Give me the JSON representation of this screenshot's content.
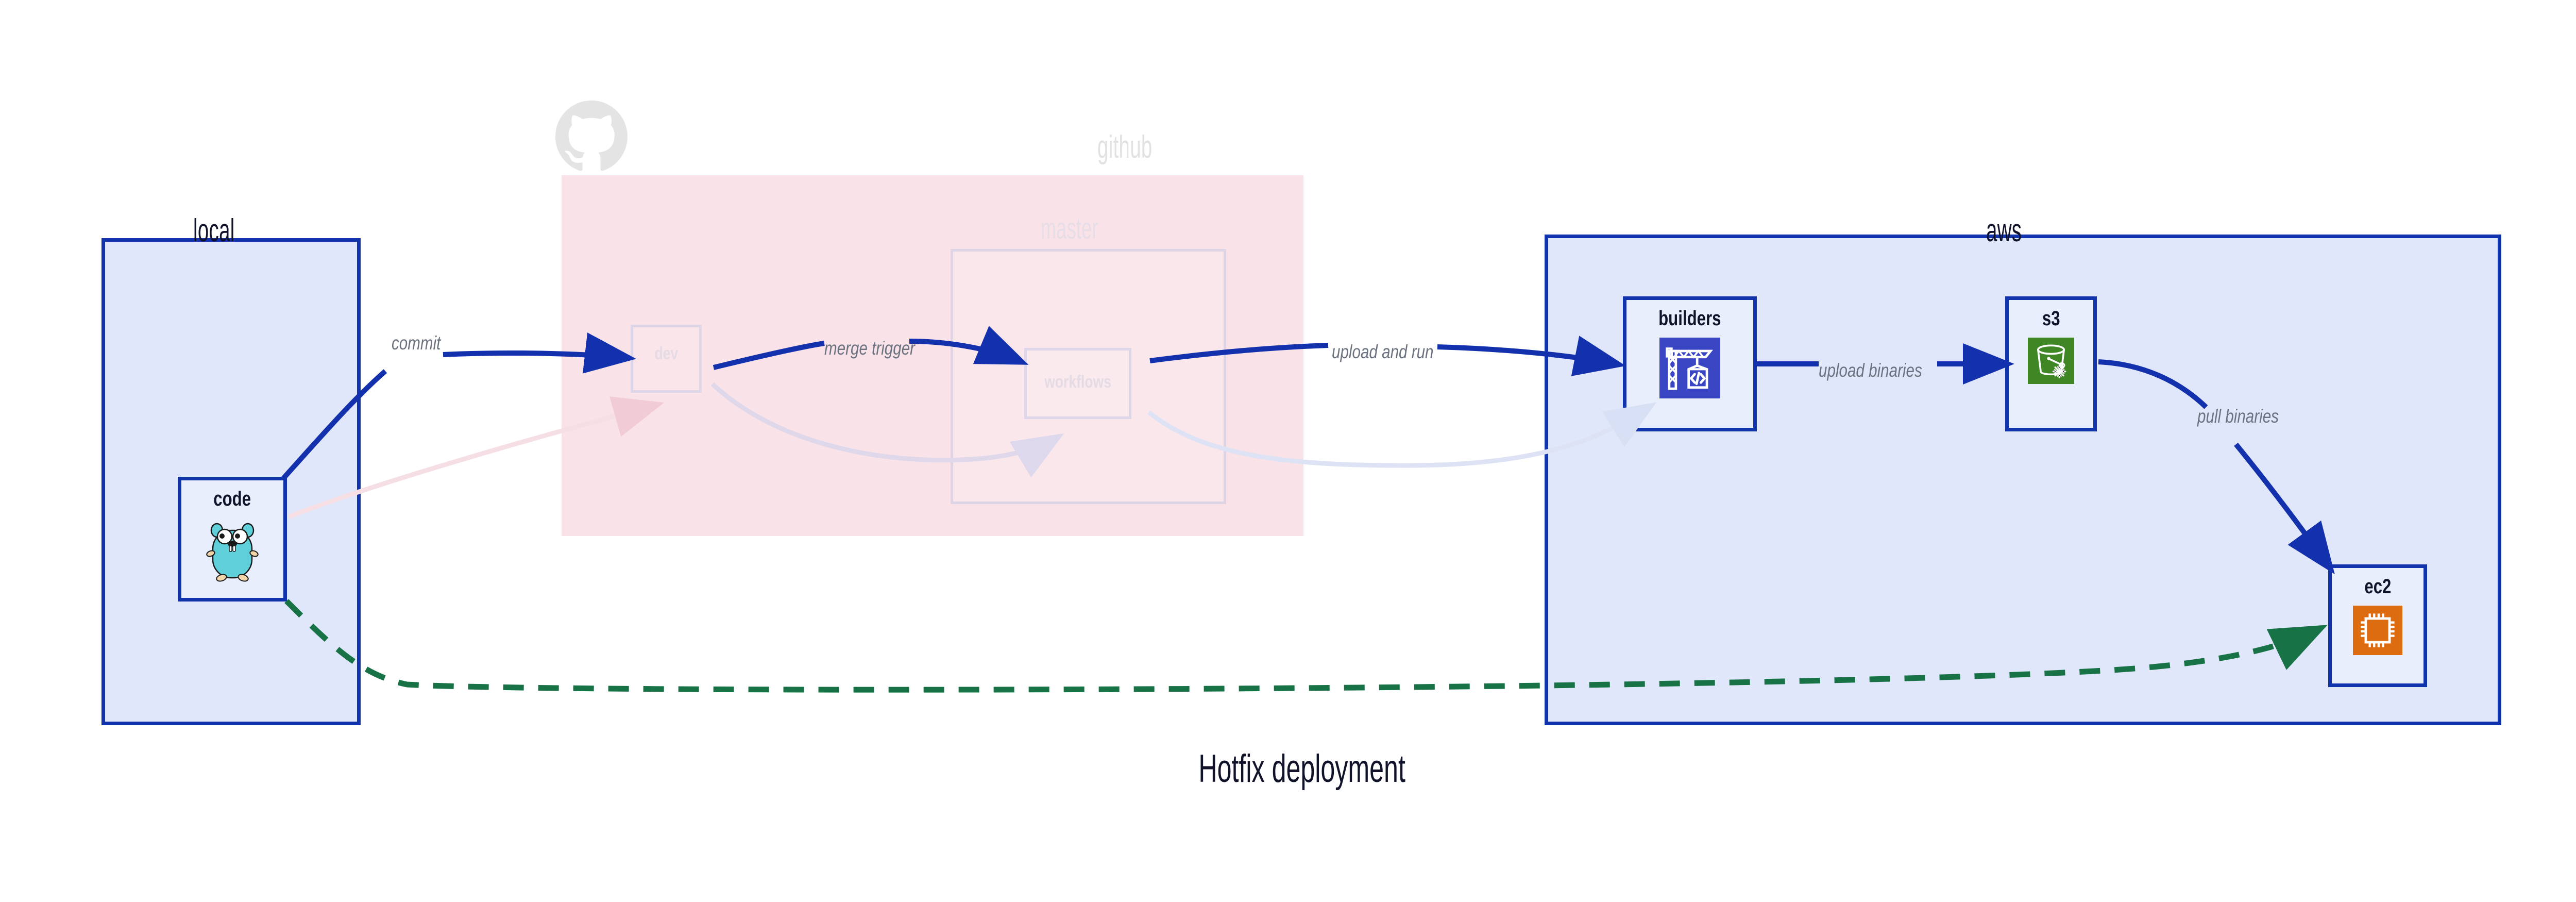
{
  "title": "Hotfix deployment",
  "colors": {
    "cluster_border": "#1134ad",
    "cluster_fill": "#e1e7fa",
    "github_fill": "#f9e2e8",
    "node_fill": "#e9eefc",
    "edge_blue": "#1330ad",
    "edge_green": "#177245",
    "label_grey": "#6b7280",
    "faded": "#e2dde4",
    "builders_icon_bg": "#3a45c4",
    "s3_icon_bg": "#3f8624",
    "ec2_icon_bg": "#dd6b10",
    "gopher_body": "#5fd0da"
  },
  "clusters": [
    {
      "id": "local",
      "label": "local",
      "faded": false
    },
    {
      "id": "github",
      "label": "github",
      "faded": true
    },
    {
      "id": "master",
      "label": "master",
      "faded": true
    },
    {
      "id": "aws",
      "label": "aws",
      "faded": false
    }
  ],
  "nodes": [
    {
      "id": "code",
      "label": "code",
      "icon": "go-gopher-icon",
      "faded": false
    },
    {
      "id": "dev",
      "label": "dev",
      "icon": "none",
      "faded": true
    },
    {
      "id": "workflows",
      "label": "workflows",
      "icon": "none",
      "faded": true
    },
    {
      "id": "builders",
      "label": "builders",
      "icon": "aws-codebuild-icon",
      "faded": false
    },
    {
      "id": "s3",
      "label": "s3",
      "icon": "aws-s3-glacier-icon",
      "faded": false
    },
    {
      "id": "ec2",
      "label": "ec2",
      "icon": "aws-ec2-chip-icon",
      "faded": false
    }
  ],
  "edges": [
    {
      "id": "commit",
      "label": "commit",
      "from": "code",
      "to": "dev",
      "style": "solid",
      "color": "#1330ad",
      "faded": false
    },
    {
      "id": "merge-trigger",
      "label": "merge trigger",
      "from": "dev",
      "to": "workflows",
      "style": "solid",
      "color": "#1330ad",
      "faded": false
    },
    {
      "id": "upload-and-run",
      "label": "upload and run",
      "from": "workflows",
      "to": "builders",
      "style": "solid",
      "color": "#1330ad",
      "faded": false
    },
    {
      "id": "upload-binaries",
      "label": "upload binaries",
      "from": "builders",
      "to": "s3",
      "style": "solid",
      "color": "#1330ad",
      "faded": false
    },
    {
      "id": "pull-binaries",
      "label": "pull binaries",
      "from": "s3",
      "to": "ec2",
      "style": "solid",
      "color": "#1330ad",
      "faded": false
    },
    {
      "id": "hotfix-direct",
      "label": "",
      "from": "code",
      "to": "ec2",
      "style": "dashed",
      "color": "#177245",
      "faded": false
    },
    {
      "id": "faded-code-dev",
      "label": "",
      "from": "code",
      "to": "dev",
      "style": "solid",
      "color": "#f3dde3",
      "faded": true
    },
    {
      "id": "faded-dev-workflows",
      "label": "",
      "from": "dev",
      "to": "workflows",
      "style": "solid",
      "color": "#ded8ea",
      "faded": true
    },
    {
      "id": "faded-workflows-build",
      "label": "",
      "from": "workflows",
      "to": "builders",
      "style": "solid",
      "color": "#dde2f4",
      "faded": true
    }
  ],
  "icons": {
    "github_logo": "github-octocat-icon"
  }
}
